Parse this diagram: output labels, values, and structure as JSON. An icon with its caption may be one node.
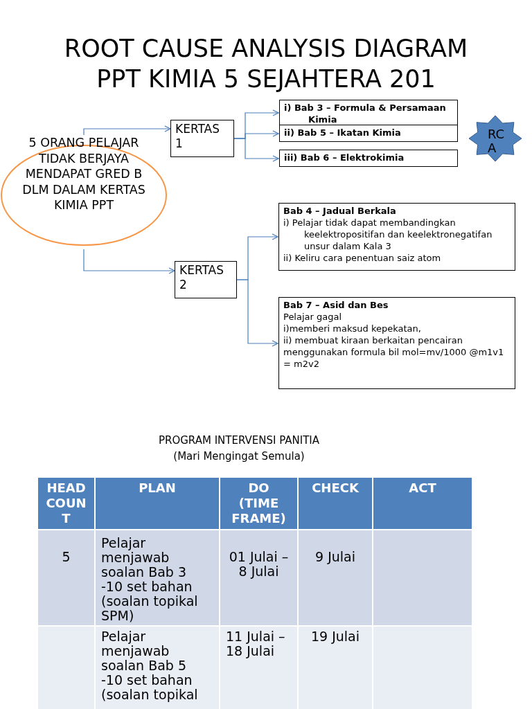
{
  "diagram": {
    "title": "ROOT CAUSE ANALYSIS DIAGRAM PPT KIMIA 5 SEJAHTERA 201",
    "nodes": [
      {
        "text": [
          "5 ORANG PELAJAR TIDAK BERJAYA MENDAPAT GRED B DLM DALAM KERTAS KIMIA PPT"
        ]
      },
      {
        "text": [
          "KERTAS 1"
        ]
      },
      {
        "text": [
          "i)  Bab 3 – Formula & Persamaan Kimia"
        ]
      },
      {
        "text": [
          "ii) Bab  5 – Ikatan Kimia"
        ]
      },
      {
        "text": [
          "iii) Bab  6 – Elektrokimia"
        ]
      },
      {
        "text": [
          "RCA"
        ]
      },
      {
        "text": [
          "KERTAS 2"
        ]
      },
      {
        "text": [
          "Bab 4 – Jadual Berkala",
          "i) Pelajar tidak dapat membandingkan keelektropositifan dan keelektronegatifan unsur dalam Kala 3",
          "ii) Keliru cara penentuan saiz atom"
        ]
      },
      {
        "text": [
          "Bab 7 –  Asid dan  Bes",
          "Pelajar gagal",
          "i)memberi maksud kepekatan,",
          "ii) membuat kiraan berkaitan pencairan menggunakan formula bil mol=mv/1000 @m1v1 = m2v2"
        ]
      }
    ],
    "edges": [
      {
        "from": 0,
        "to": 1,
        "arrow": "to"
      },
      {
        "from": 1,
        "to": 2,
        "arrow": "to"
      },
      {
        "from": 1,
        "to": 3,
        "arrow": "to"
      },
      {
        "from": 1,
        "to": 4,
        "arrow": "to"
      },
      {
        "from": 0,
        "to": 6,
        "arrow": "to"
      },
      {
        "from": 6,
        "to": 7,
        "arrow": "to"
      },
      {
        "from": 6,
        "to": 8,
        "arrow": "to"
      }
    ],
    "labels": [
      "PROGRAM INTERVENSI PANITIA",
      "(Mari Mengingat Semula)",
      "HEAD COUNT",
      "PLAN",
      "DO (TIME FRAME)",
      "CHECK",
      "ACT",
      "5",
      "Pelajar menjawab soalan  Bab 3 -10 set bahan (soalan topikal SPM)",
      "01 Julai – 8 Julai",
      "9 Julai",
      "Pelajar menjawab soalan Bab 5 -10 set bahan (soalan topikal",
      "11 Julai – 18 Julai",
      "19 Julai"
    ]
  }
}
